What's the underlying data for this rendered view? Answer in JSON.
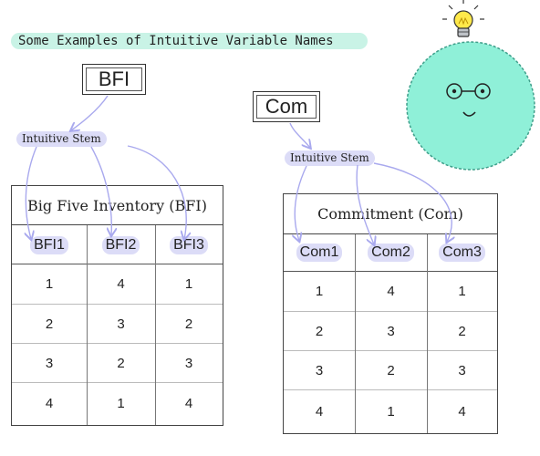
{
  "title": "Some Examples of Intuitive Variable Names",
  "colors": {
    "title_highlight": "#c9f3e6",
    "stem_highlight": "#dcdcf7",
    "arrow": "#a9a9ee",
    "face": "#8ff0d8",
    "bulb": "#ffe94a"
  },
  "icons": [
    "lightbulb-icon",
    "fuzzy-face-with-glasses-icon"
  ],
  "left": {
    "abbr": "BFI",
    "stem_label": "Intuitive Stem",
    "table_title": "Big Five Inventory (BFI)",
    "columns": [
      "BFI1",
      "BFI2",
      "BFI3"
    ],
    "rows": [
      [
        "1",
        "4",
        "1"
      ],
      [
        "2",
        "3",
        "2"
      ],
      [
        "3",
        "2",
        "3"
      ],
      [
        "4",
        "1",
        "4"
      ]
    ]
  },
  "right": {
    "abbr": "Com",
    "stem_label": "Intuitive Stem",
    "table_title": "Commitment (Com)",
    "columns": [
      "Com1",
      "Com2",
      "Com3"
    ],
    "rows": [
      [
        "1",
        "4",
        "1"
      ],
      [
        "2",
        "3",
        "2"
      ],
      [
        "3",
        "2",
        "3"
      ],
      [
        "4",
        "1",
        "4"
      ]
    ]
  }
}
